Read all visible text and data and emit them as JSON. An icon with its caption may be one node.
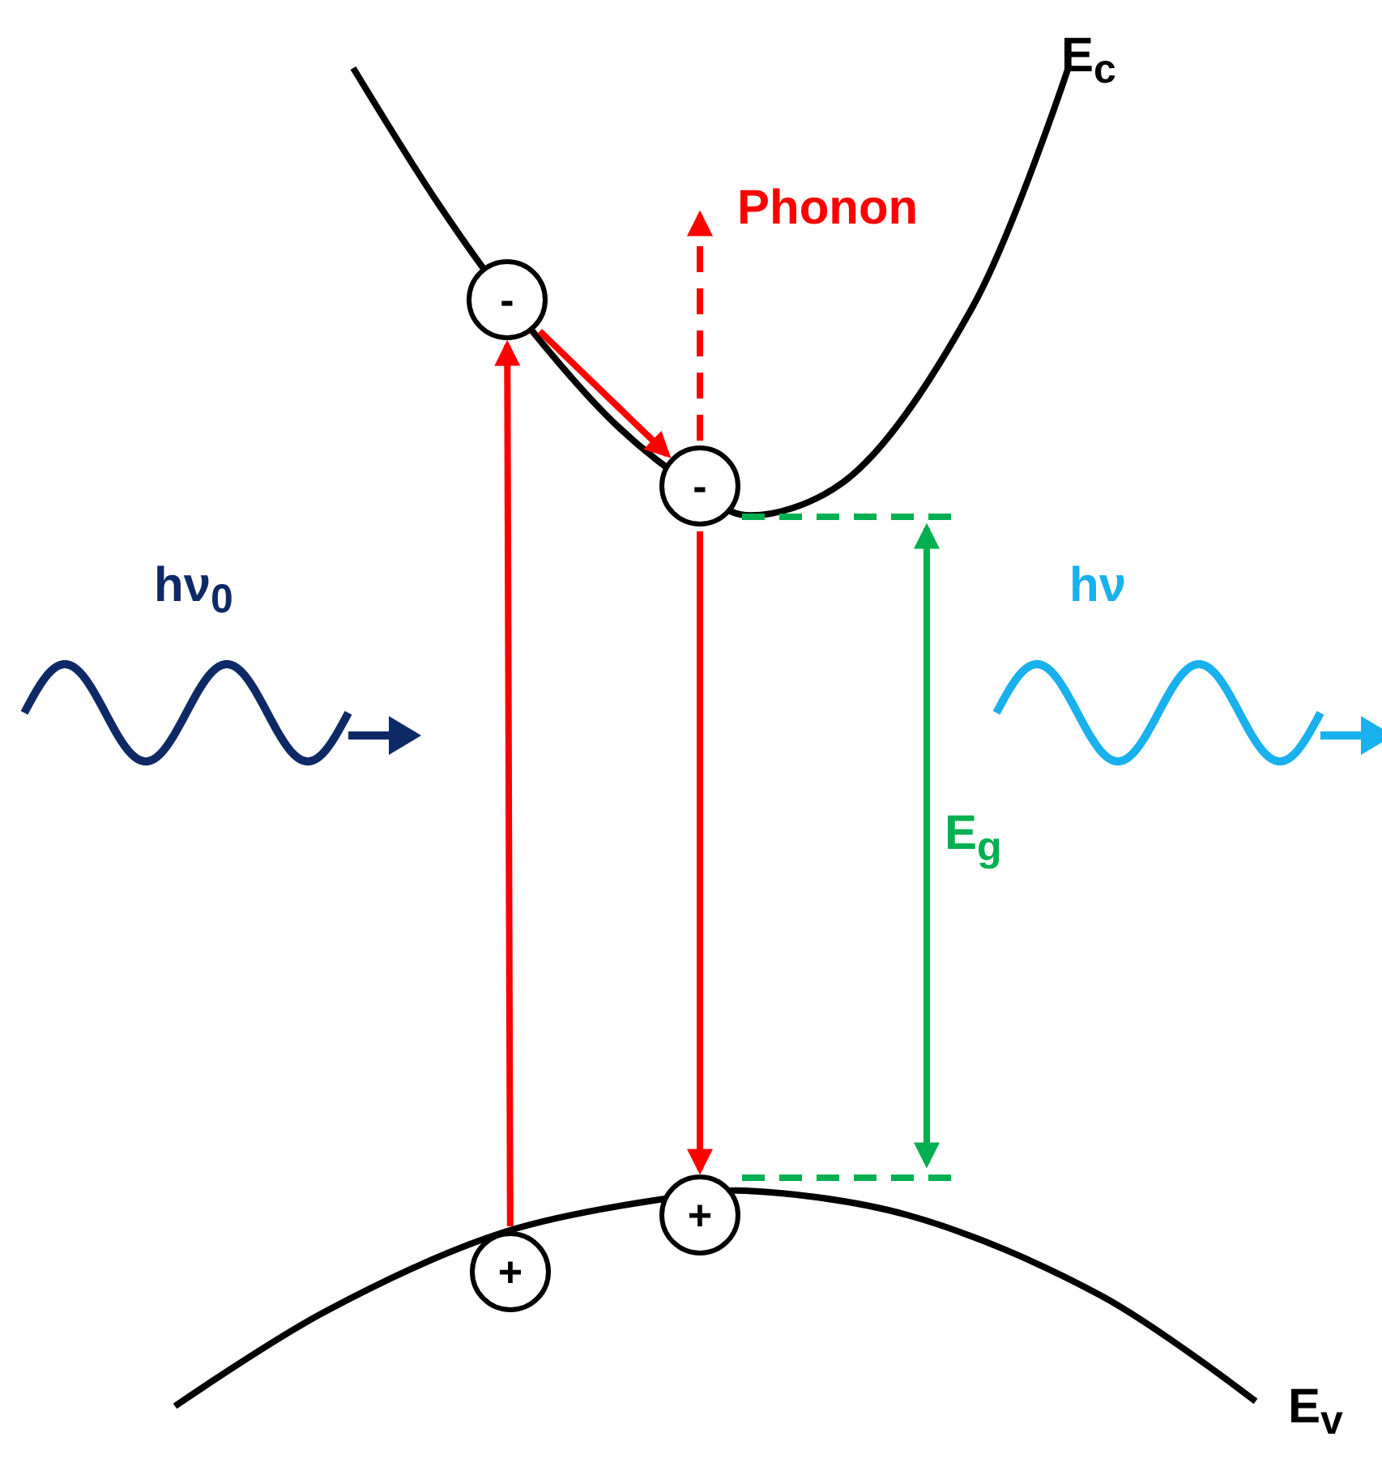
{
  "diagram": {
    "nodes": [
      {
        "text": [
          "-"
        ]
      },
      {
        "text": [
          "-"
        ]
      },
      {
        "text": [
          "+"
        ]
      },
      {
        "text": [
          "+"
        ]
      }
    ],
    "edges": [
      {
        "from": 2,
        "to": 0,
        "arrow": "to"
      },
      {
        "from": 0,
        "to": 1,
        "arrow": "to"
      },
      {
        "from": 1,
        "to": null,
        "arrow": "to",
        "style": "dashed"
      },
      {
        "from": 1,
        "to": 3,
        "arrow": "to"
      }
    ],
    "labels": [
      "E$_{c}$",
      "Phonon",
      "hν$_{0}$",
      "hν",
      "E$_{g}$",
      "E$_{v}$"
    ]
  }
}
